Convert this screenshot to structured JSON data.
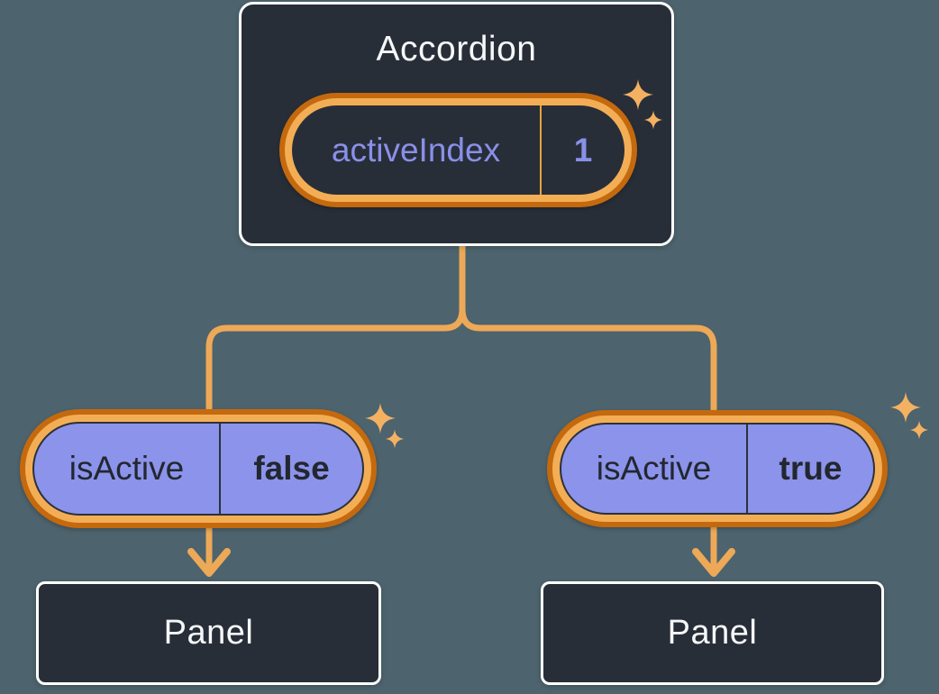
{
  "diagram": {
    "description": "React component tree passing state down as props",
    "root": {
      "title": "Accordion",
      "state": {
        "name": "activeIndex",
        "value": "1"
      }
    },
    "children": [
      {
        "prop": {
          "name": "isActive",
          "value": "false"
        },
        "panel": {
          "label": "Panel"
        }
      },
      {
        "prop": {
          "name": "isActive",
          "value": "true"
        },
        "panel": {
          "label": "Panel"
        }
      }
    ],
    "colors": {
      "background": "#4D636D",
      "node_surface": "#282E38",
      "node_border": "#FFFFFF",
      "pill_ring_outer": "#C4690E",
      "pill_ring_gold": "#F3AE55",
      "prop_pill_fill": "#8B93EB",
      "state_text_purple": "#8990E8",
      "dark_text": "#23272F",
      "connector_orange": "#EDA957",
      "sparkle_orange": "#F4B162"
    }
  }
}
